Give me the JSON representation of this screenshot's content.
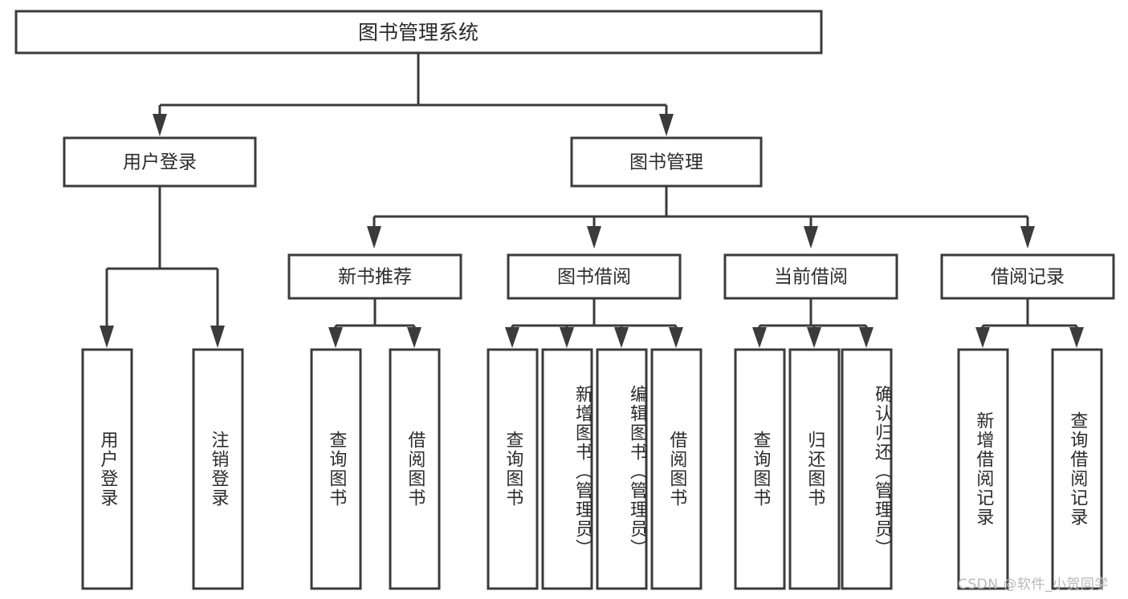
{
  "diagram": {
    "type": "tree-hierarchy",
    "title": "图书管理系统",
    "watermark": "CSDN @软件_小贺同学",
    "root": {
      "id": "root",
      "label": "图书管理系统"
    },
    "level2": [
      {
        "id": "user-login",
        "label": "用户登录"
      },
      {
        "id": "book-manage",
        "label": "图书管理"
      }
    ],
    "level3": [
      {
        "id": "new-book-recommend",
        "label": "新书推荐",
        "parent": "book-manage"
      },
      {
        "id": "book-borrow",
        "label": "图书借阅",
        "parent": "book-manage"
      },
      {
        "id": "current-borrow",
        "label": "当前借阅",
        "parent": "book-manage"
      },
      {
        "id": "borrow-record",
        "label": "借阅记录",
        "parent": "book-manage"
      }
    ],
    "leaves": {
      "user-login": [
        {
          "id": "leaf-user-login",
          "label": "用户登录"
        },
        {
          "id": "leaf-logout-login",
          "label": "注销登录"
        }
      ],
      "new-book-recommend": [
        {
          "id": "leaf-query-book-1",
          "label": "查询图书"
        },
        {
          "id": "leaf-borrow-book-1",
          "label": "借阅图书"
        }
      ],
      "book-borrow": [
        {
          "id": "leaf-query-book-2",
          "label": "查询图书"
        },
        {
          "id": "leaf-add-book",
          "label": "新增图书（管理员）"
        },
        {
          "id": "leaf-edit-book",
          "label": "编辑图书（管理员）"
        },
        {
          "id": "leaf-borrow-book-2",
          "label": "借阅图书"
        }
      ],
      "current-borrow": [
        {
          "id": "leaf-query-book-3",
          "label": "查询图书"
        },
        {
          "id": "leaf-return-book",
          "label": "归还图书"
        },
        {
          "id": "leaf-confirm-return",
          "label": "确认归还（管理员）"
        }
      ],
      "borrow-record": [
        {
          "id": "leaf-add-record",
          "label": "新增借阅记录"
        },
        {
          "id": "leaf-query-record",
          "label": "查询借阅记录"
        }
      ]
    },
    "colors": {
      "background": "#ffffff",
      "box_stroke": "#3b3b3b",
      "box_fill": "#ffffff",
      "text": "#2b2b2b",
      "watermark": "#b9b9b9"
    }
  }
}
